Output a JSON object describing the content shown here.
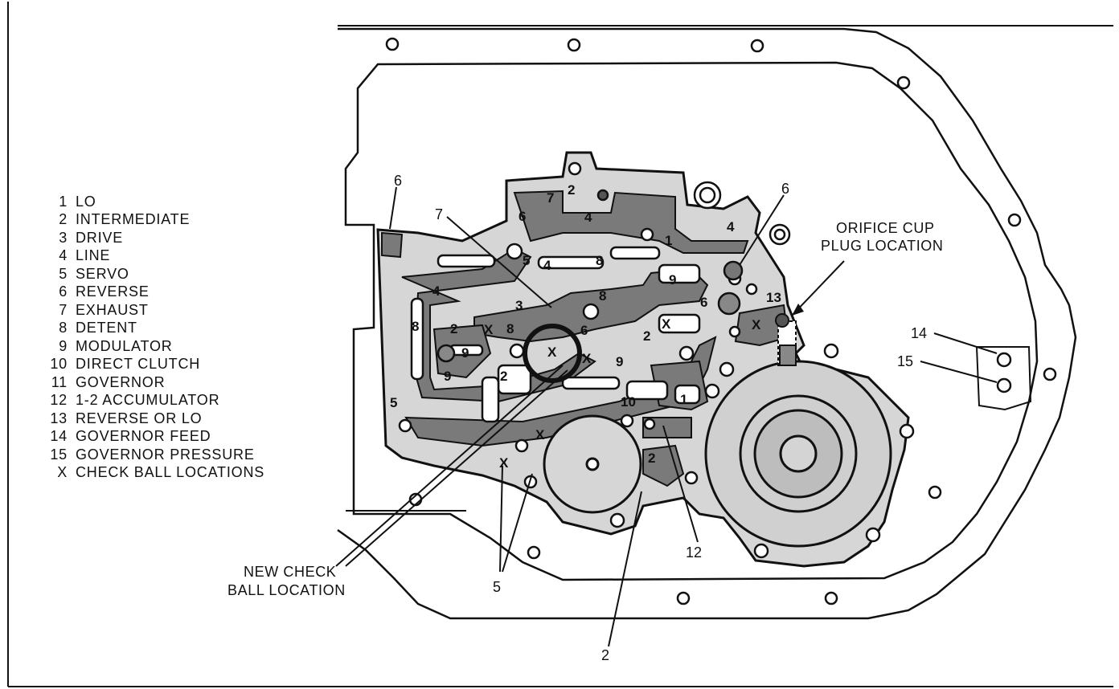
{
  "legend": [
    {
      "key": "1",
      "label": "LO"
    },
    {
      "key": "2",
      "label": "INTERMEDIATE"
    },
    {
      "key": "3",
      "label": "DRIVE"
    },
    {
      "key": "4",
      "label": "LINE"
    },
    {
      "key": "5",
      "label": "SERVO"
    },
    {
      "key": "6",
      "label": "REVERSE"
    },
    {
      "key": "7",
      "label": "EXHAUST"
    },
    {
      "key": "8",
      "label": "DETENT"
    },
    {
      "key": "9",
      "label": "MODULATOR"
    },
    {
      "key": "10",
      "label": "DIRECT CLUTCH"
    },
    {
      "key": "11",
      "label": "GOVERNOR"
    },
    {
      "key": "12",
      "label": "1-2 ACCUMULATOR"
    },
    {
      "key": "13",
      "label": "REVERSE OR LO"
    },
    {
      "key": "14",
      "label": "GOVERNOR FEED"
    },
    {
      "key": "15",
      "label": "GOVERNOR PRESSURE"
    },
    {
      "key": "X",
      "label": "CHECK BALL LOCATIONS"
    }
  ],
  "callouts": {
    "orifice_line1": "ORIFICE CUP",
    "orifice_line2": "PLUG LOCATION",
    "new_check_line1": "NEW CHECK",
    "new_check_line2": "BALL LOCATION",
    "c6_left": "6",
    "c7": "7",
    "c6_right": "6",
    "c14": "14",
    "c15": "15",
    "c12": "12",
    "c5": "5",
    "c2": "2"
  },
  "passage_labels": {
    "p7": "7",
    "p2a": "2",
    "p4a": "4",
    "p6a": "6",
    "p4b": "4",
    "p1a": "1",
    "p5a": "5",
    "p4c": "4",
    "p8a": "8",
    "p9a": "9",
    "p4d": "4",
    "p3": "3",
    "p8b": "8",
    "p6b": "6",
    "p13": "13",
    "p8c": "8",
    "p2b": "2",
    "p8d": "8",
    "p6c": "6",
    "p2c": "2",
    "p9b": "9",
    "p9c": "9",
    "p2d": "2",
    "p9d": "9",
    "p5b": "5",
    "p10": "10",
    "p1b": "1",
    "p2e": "2"
  },
  "check_balls": {
    "x1": "X",
    "x2": "X",
    "x3": "X",
    "x4": "X",
    "x5": "X",
    "x6": "X",
    "x7": "X"
  }
}
